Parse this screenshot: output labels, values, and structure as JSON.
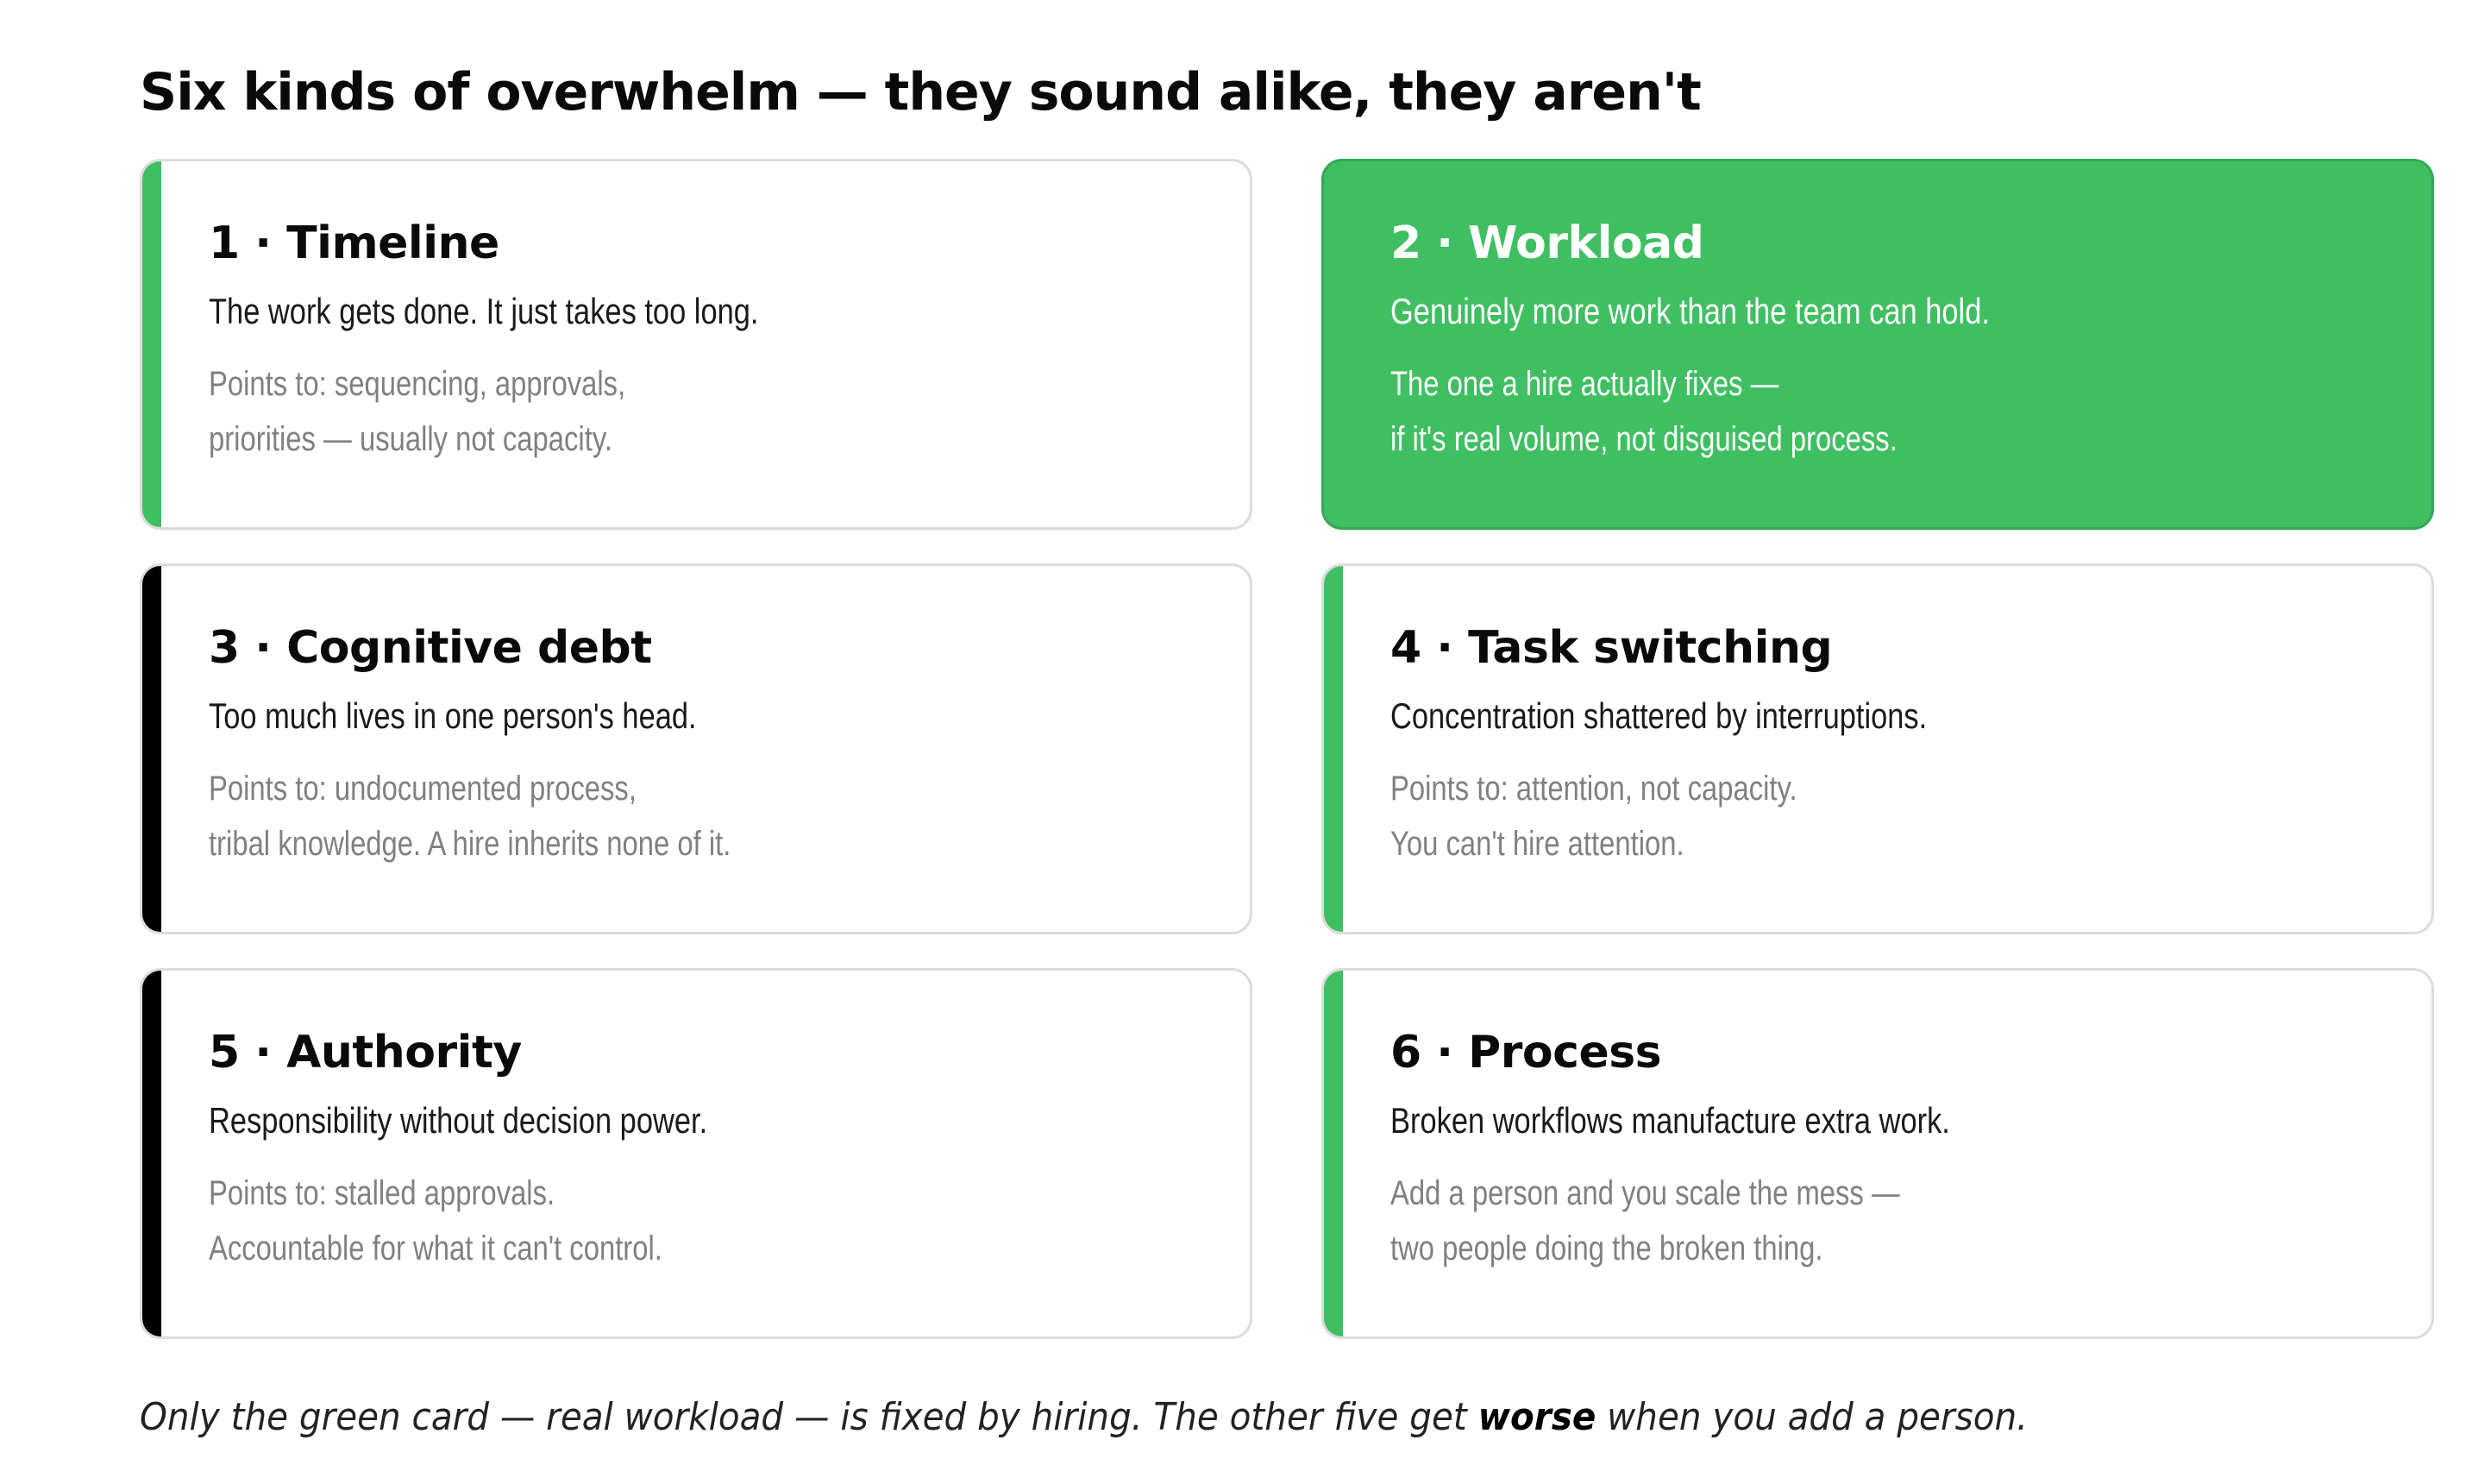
{
  "title": "Six kinds of overwhelm — they sound alike, they aren't",
  "colors": {
    "accent_green": "#3fbf62",
    "accent_black": "#000000",
    "card_border": "#dcdcdc",
    "note_gray": "#808080"
  },
  "cards": [
    {
      "title": "1 · Timeline",
      "lead": "The work gets done. It just takes too long.",
      "note_line1": "Points to: sequencing, approvals,",
      "note_line2": "priorities — usually not capacity.",
      "accent": "green",
      "highlighted": false
    },
    {
      "title": "2 · Workload",
      "lead": "Genuinely more work than the team can hold.",
      "note_line1": "The one a hire actually fixes —",
      "note_line2": "if it's real volume, not disguised process.",
      "accent": "green",
      "highlighted": true
    },
    {
      "title": "3 · Cognitive debt",
      "lead": "Too much lives in one person's head.",
      "note_line1": "Points to: undocumented process,",
      "note_line2": "tribal knowledge. A hire inherits none of it.",
      "accent": "black",
      "highlighted": false
    },
    {
      "title": "4 · Task switching",
      "lead": "Concentration shattered by interruptions.",
      "note_line1": "Points to: attention, not capacity.",
      "note_line2": "You can't hire attention.",
      "accent": "green",
      "highlighted": false
    },
    {
      "title": "5 · Authority",
      "lead": "Responsibility without decision power.",
      "note_line1": "Points to: stalled approvals.",
      "note_line2": "Accountable for what it can't control.",
      "accent": "black",
      "highlighted": false
    },
    {
      "title": "6 · Process",
      "lead": "Broken workflows manufacture extra work.",
      "note_line1": "Add a person and you scale the mess —",
      "note_line2": "two people doing the broken thing.",
      "accent": "green",
      "highlighted": false
    }
  ],
  "footnote": {
    "before": "Only the green card — real workload — is fixed by hiring. The other five get ",
    "emphasis": "worse",
    "after": " when you add a person."
  }
}
